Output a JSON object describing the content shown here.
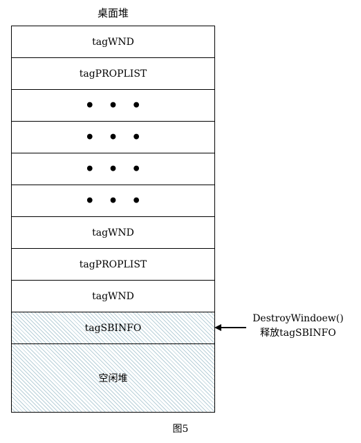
{
  "heap_title": "桌面堆",
  "blocks": [
    {
      "label": "tagWND",
      "kind": "text"
    },
    {
      "label": "tagPROPLIST",
      "kind": "text"
    },
    {
      "label": "• • •",
      "kind": "ellipsis"
    },
    {
      "label": "• • •",
      "kind": "ellipsis"
    },
    {
      "label": "• • •",
      "kind": "ellipsis"
    },
    {
      "label": "• • •",
      "kind": "ellipsis"
    },
    {
      "label": "tagWND",
      "kind": "text"
    },
    {
      "label": "tagPROPLIST",
      "kind": "text"
    },
    {
      "label": "tagWND",
      "kind": "text"
    },
    {
      "label": "tagSBINFO",
      "kind": "hatched"
    },
    {
      "label": "空闲堆",
      "kind": "hatched"
    }
  ],
  "annotation": {
    "line1": "DestroyWindoew()",
    "line2": "释放tagSBINFO"
  },
  "caption": "图5",
  "colors": {
    "border": "#000000",
    "hatch": "#b7cfd8",
    "background": "#ffffff"
  }
}
